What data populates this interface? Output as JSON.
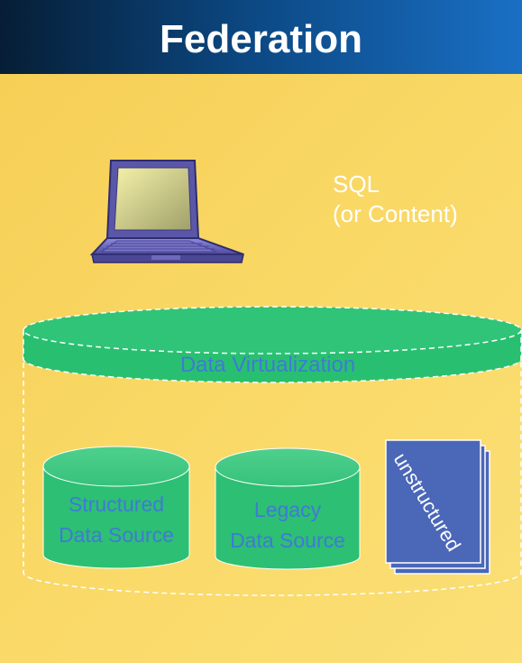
{
  "title": "Federation",
  "query_label": {
    "line1": "SQL",
    "line2": "(or Content)"
  },
  "virtualization_label": "Data Virtualization",
  "sources": {
    "structured": {
      "line1": "Structured",
      "line2": "Data Source"
    },
    "legacy": {
      "line1": "Legacy",
      "line2": "Data Source"
    },
    "unstructured": "unstructured"
  },
  "colors": {
    "title_bar_dark": "#061e35",
    "title_bar_light": "#1a6fc4",
    "panel_background": "#f9d865",
    "virtualization_green": "#28c070",
    "cylinder_green": "#2dbf73",
    "source_text_blue": "#3f7ad6",
    "document_blue": "#4a67b8",
    "laptop_purple": "#6f6bbd"
  },
  "icons": [
    "laptop-icon",
    "database-cylinder-icon",
    "document-stack-icon"
  ]
}
